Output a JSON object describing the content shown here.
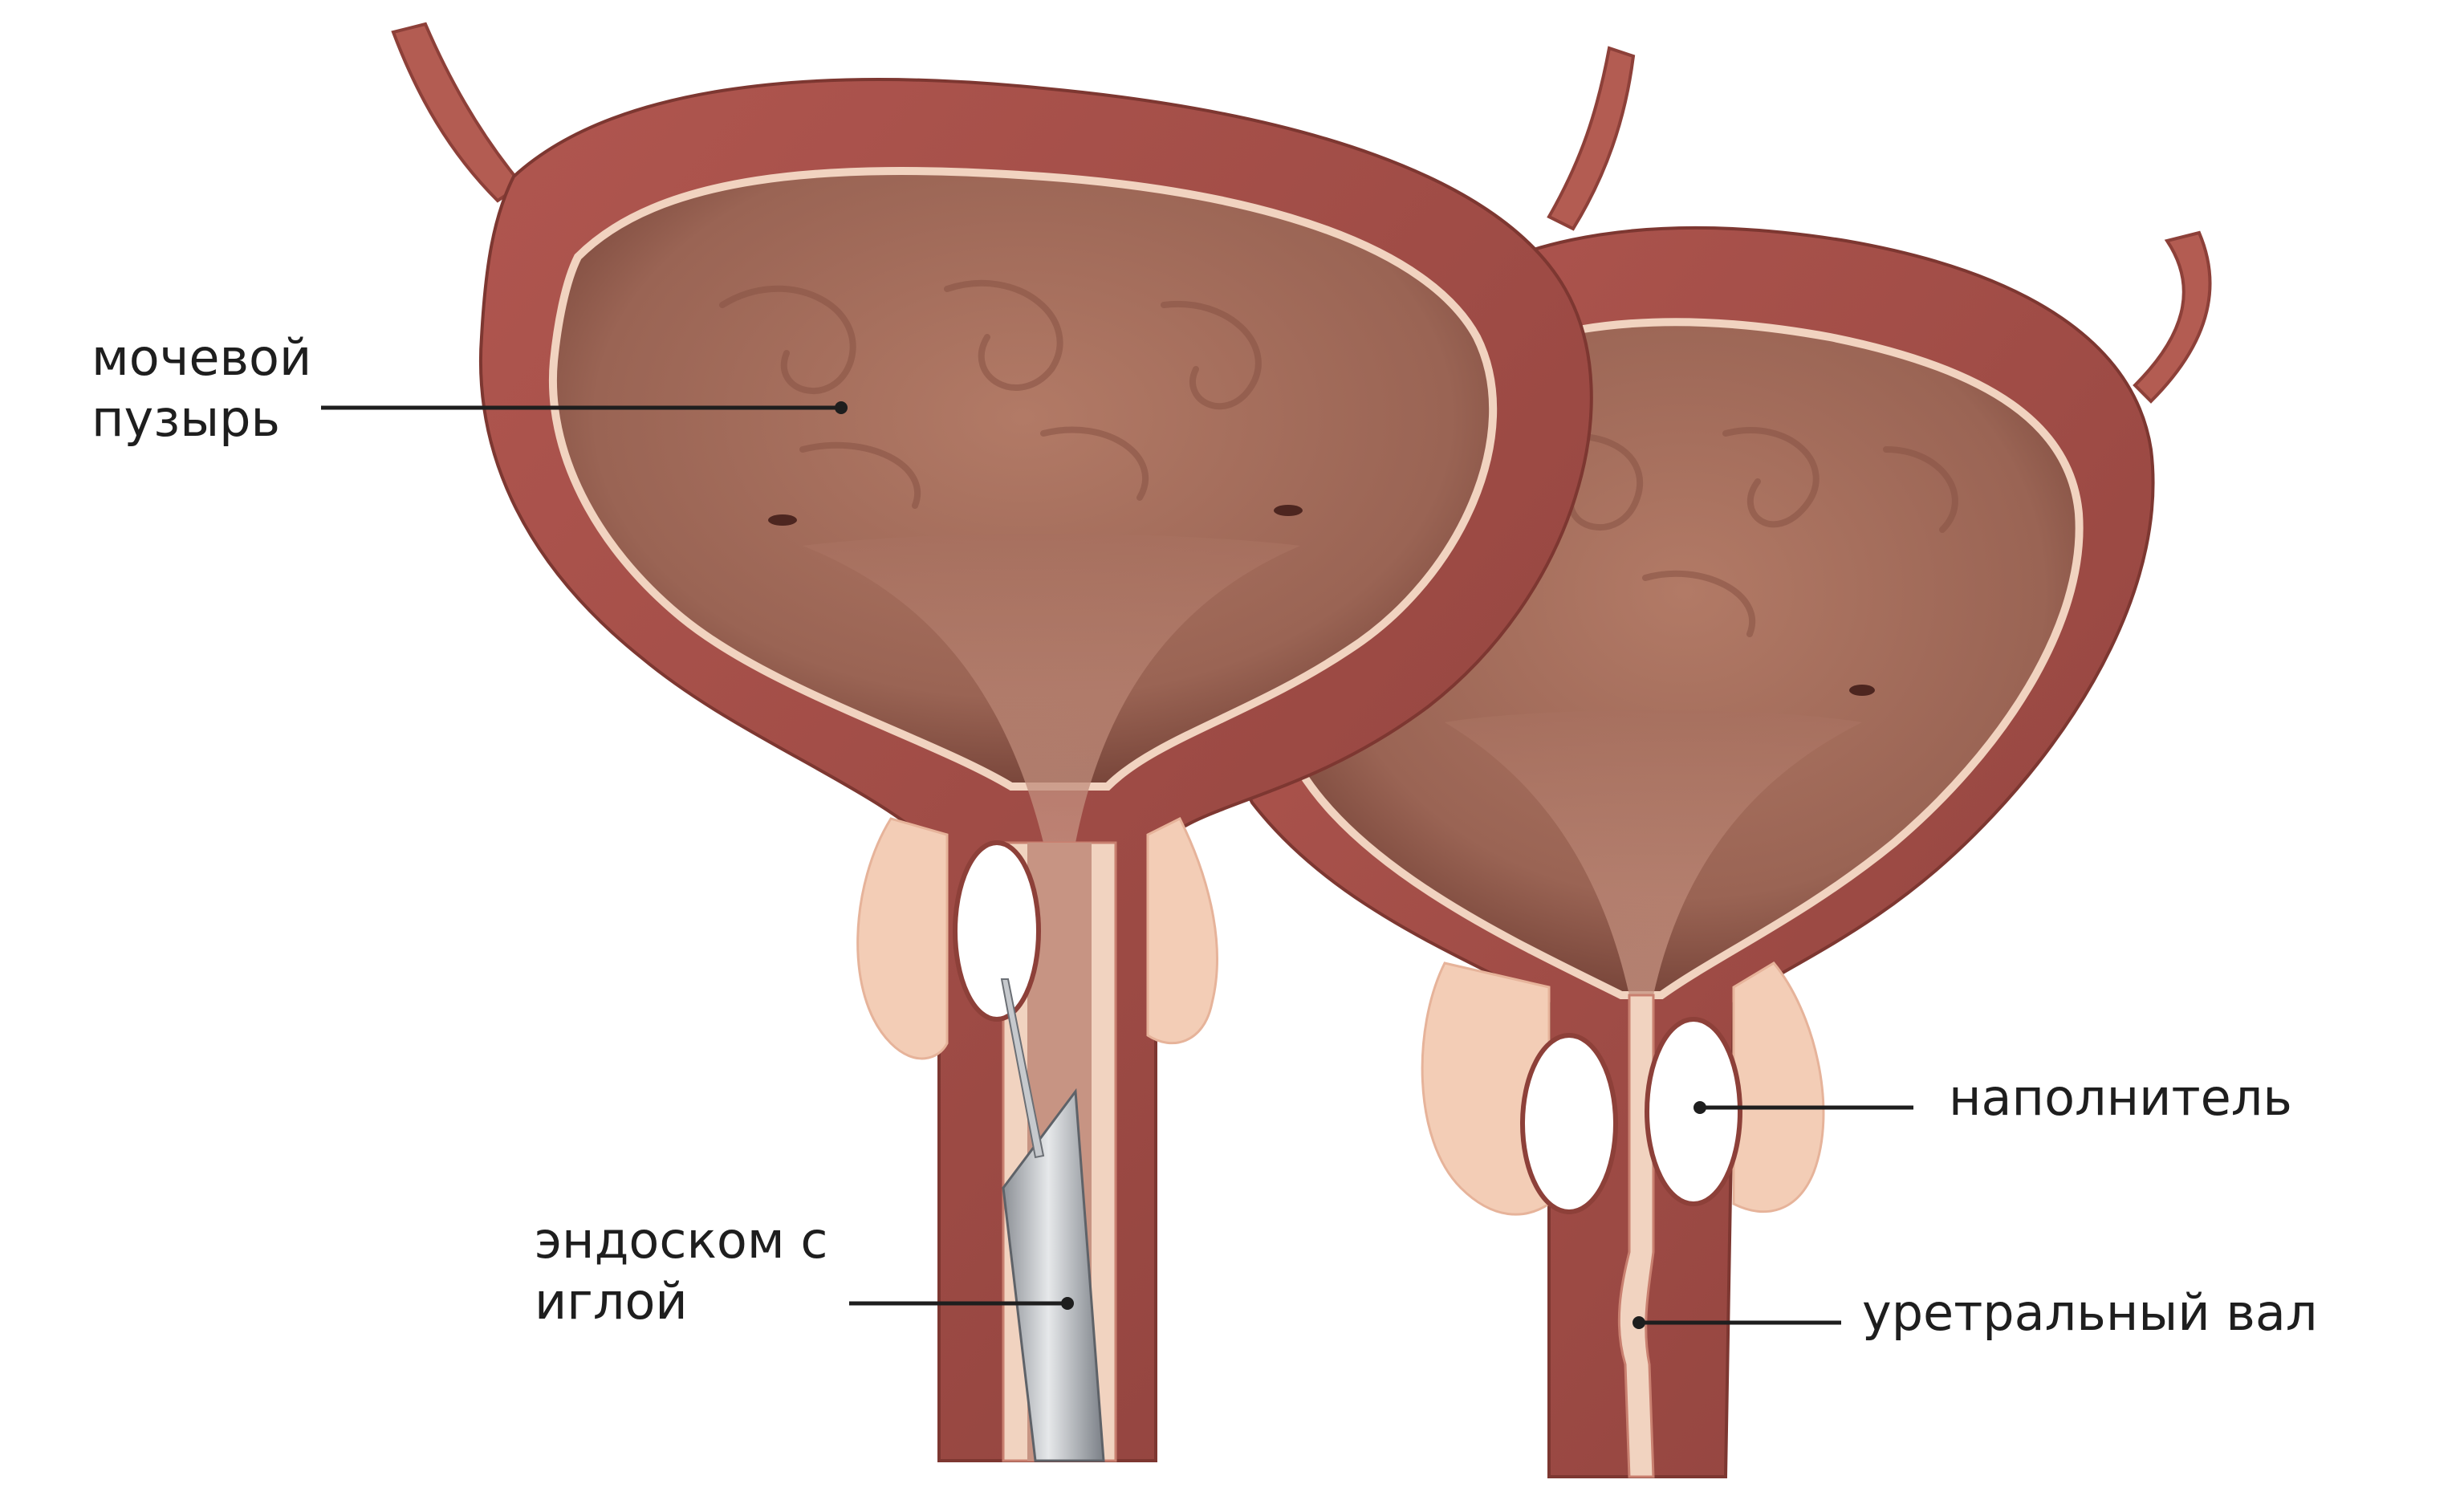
{
  "labels": {
    "bladder": {
      "line1": "мочевой",
      "line2": "пузырь"
    },
    "endoscope": {
      "line1": "эндоском с",
      "line2": "иглой"
    },
    "filler": "наполнитель",
    "urethral_ridge": "уретральный вал"
  },
  "colors": {
    "wall_outer": "#a14e48",
    "wall_inner": "#c98070",
    "lumen": "#a8705e",
    "lumen_dark": "#7e4a3e",
    "mucosa_line": "#f1d3c0",
    "fat_tissue": "#f3cdb6",
    "filler_bulk": "#ffffff",
    "needle_steel": "#b9bcc0",
    "leader_line": "#1e1e1e"
  }
}
